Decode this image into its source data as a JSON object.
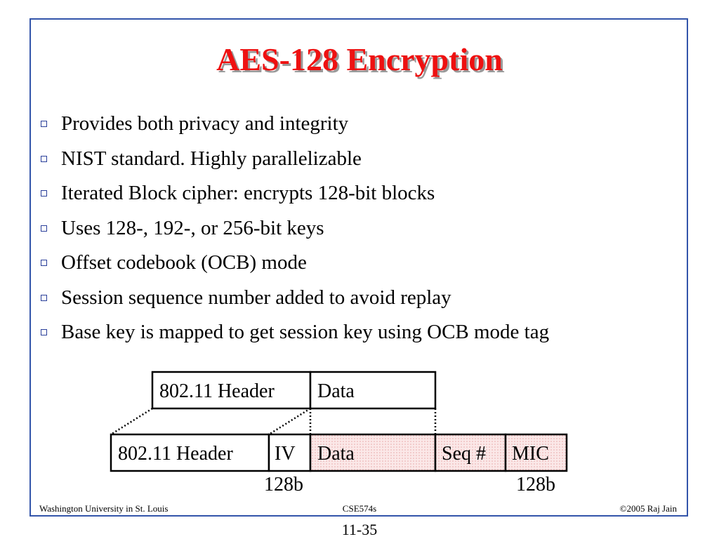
{
  "title": "AES-128 Encryption",
  "bullets": [
    "Provides both privacy and integrity",
    "NIST standard. Highly parallelizable",
    "Iterated Block cipher: encrypts 128-bit blocks",
    "Uses 128-, 192-, or 256-bit keys",
    "Offset codebook (OCB) mode",
    "Session sequence number added to avoid replay",
    "Base key is mapped to get session key using OCB mode tag"
  ],
  "diagram": {
    "top_frame": [
      "802.11 Header",
      "Data"
    ],
    "bottom_frame": [
      "802.11 Header",
      "IV",
      "Data",
      "Seq #",
      "MIC"
    ],
    "labels": [
      "128b",
      "128b"
    ]
  },
  "footer": {
    "left": "Washington University in St. Louis",
    "center": "CSE574s",
    "right": "©2005 Raj Jain"
  },
  "page_number": "11-35",
  "colors": {
    "title": "#ee1111",
    "frame_border": "#3355aa",
    "encrypted_fill": "#f9dede"
  }
}
